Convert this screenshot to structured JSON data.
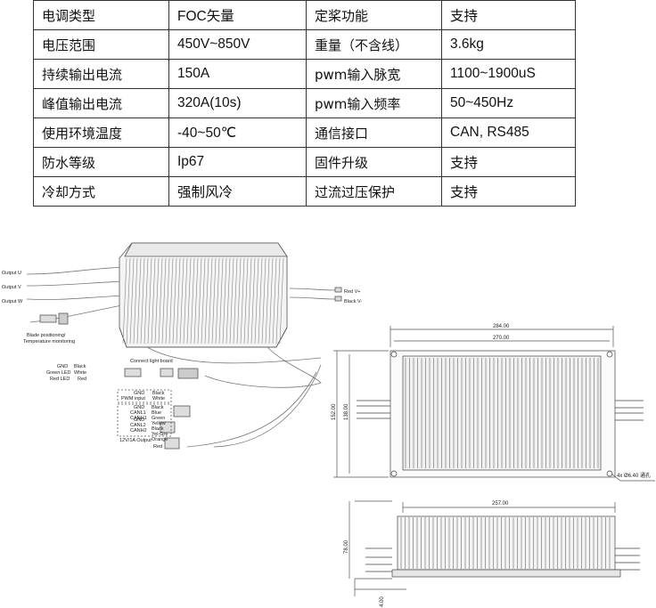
{
  "specs": [
    {
      "k1": "电调类型",
      "v1": "FOC矢量",
      "k2": "定桨功能",
      "v2": "支持"
    },
    {
      "k1": "电压范围",
      "v1": "450V~850V",
      "k2": "重量（不含线）",
      "v2": "3.6kg"
    },
    {
      "k1": "持续输出电流",
      "v1": "150A",
      "k2": "pwm输入脉宽",
      "v2": "1100~1900uS"
    },
    {
      "k1": "峰值输出电流",
      "v1": "320A(10s)",
      "k2": "pwm输入频率",
      "v2": "50~450Hz"
    },
    {
      "k1": "使用环境温度",
      "v1": "-40~50℃",
      "k2": "通信接口",
      "v2": "CAN, RS485"
    },
    {
      "k1": "防水等级",
      "v1": "Ip67",
      "k2": "固件升级",
      "v2": "支持"
    },
    {
      "k1": "冷却方式",
      "v1": "强制风冷",
      "k2": "过流过压保护",
      "v2": "支持"
    }
  ],
  "wiring": {
    "output_u": "Output U",
    "output_v": "Output V",
    "output_w": "Output W",
    "blade_1": "Blade positioning/",
    "blade_2": "Temperature monitoring",
    "red_plus": "Red V+",
    "black_minus": "Black V-",
    "connect_light": "Connect light board",
    "gnd": "GND",
    "green_led": "Green LED",
    "red_led": "Red LED",
    "black": "Black",
    "white": "White",
    "red": "Red",
    "pwm_gnd": "GND",
    "pwm_input": "PWM input",
    "pwm_black": "Black",
    "pwm_white": "White",
    "can_gnd": "GND",
    "canl1": "CANL1",
    "canh1": "CANH1",
    "can_black": "Black",
    "can_blue": "Blue",
    "can_green": "Green",
    "can_yellow": "Yellow",
    "can2_gnd": "GND",
    "canl2": "CANL2",
    "canh2": "CANH2",
    "can2_black": "Black",
    "can2_yelgre": "Yel-Gre",
    "can2_orange": "Orange",
    "out_12v": "12V/1A Output",
    "out_red": "Red"
  },
  "dimensions": {
    "d284": "284.00",
    "d270": "270.00",
    "d152": "152.00",
    "d138": "138.00",
    "holes": "4x Ø6.40 通孔",
    "d257": "257.00",
    "d78": "78.00",
    "d4": "4.00"
  }
}
